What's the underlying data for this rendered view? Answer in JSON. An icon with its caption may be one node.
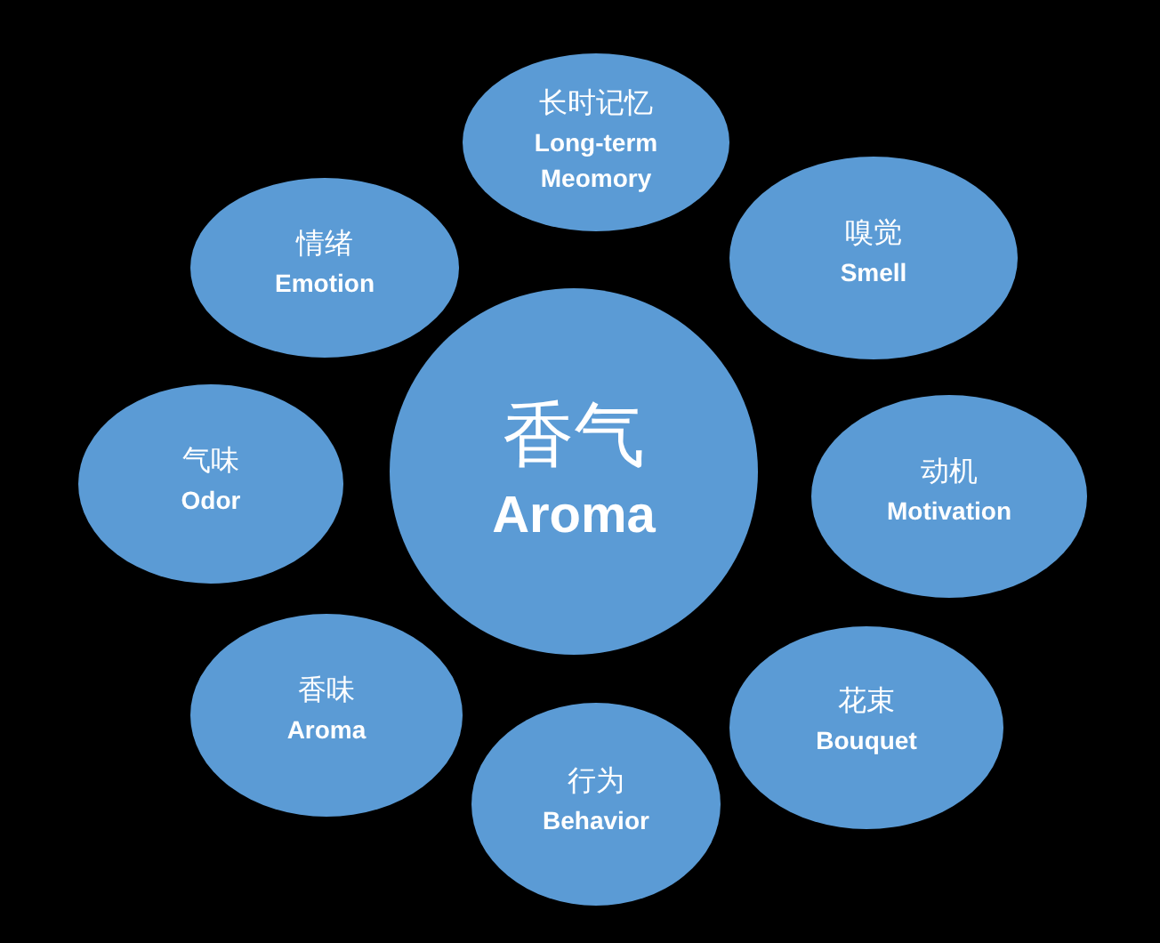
{
  "diagram": {
    "nodes": [
      {
        "text": [
          "长时记忆",
          "Long-term Meomory"
        ]
      },
      {
        "text": [
          "情绪",
          "Emotion"
        ]
      },
      {
        "text": [
          "嗅觉",
          "Smell"
        ]
      },
      {
        "text": [
          "气味",
          "Odor"
        ]
      },
      {
        "text": [
          "香气",
          "Aroma"
        ]
      },
      {
        "text": [
          "动机",
          "Motivation"
        ]
      },
      {
        "text": [
          "香味",
          "Aroma"
        ]
      },
      {
        "text": [
          "花束",
          "Bouquet"
        ]
      },
      {
        "text": [
          "行为",
          "Behavior"
        ]
      }
    ]
  }
}
